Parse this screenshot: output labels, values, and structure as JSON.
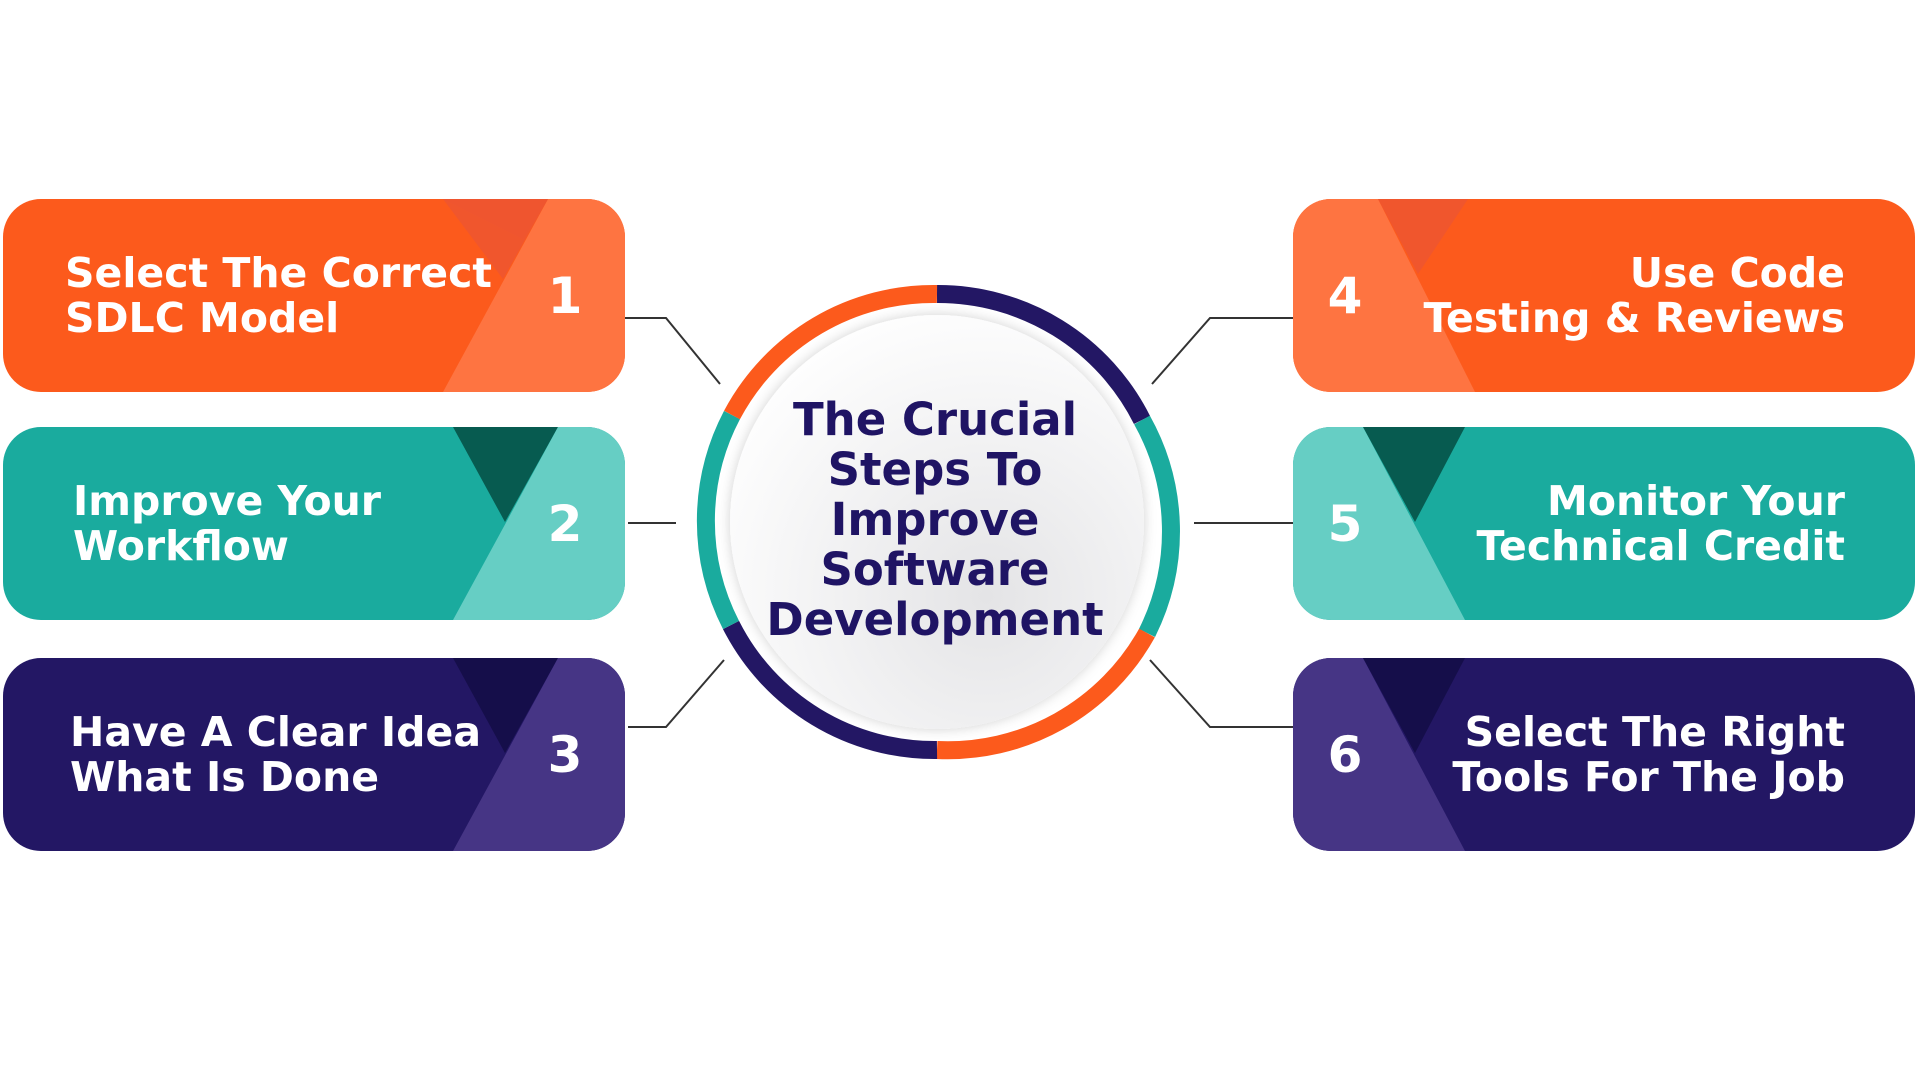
{
  "colors": {
    "orange": "#fc5a1c",
    "teal": "#1aab9e",
    "navy": "#231764",
    "center_text": "#1f1464"
  },
  "center": {
    "line1": "The Crucial",
    "line2": "Steps To",
    "line3": "Improve",
    "line4": "Software",
    "line5": "Development"
  },
  "steps": [
    {
      "number": "1",
      "line1": "Select The Correct",
      "line2": "SDLC Model"
    },
    {
      "number": "2",
      "line1": "Improve Your",
      "line2": "Workflow"
    },
    {
      "number": "3",
      "line1": "Have A Clear Idea",
      "line2": "What Is Done"
    },
    {
      "number": "4",
      "line1": "Use Code",
      "line2": "Testing & Reviews"
    },
    {
      "number": "5",
      "line1": "Monitor Your",
      "line2": "Technical Credit"
    },
    {
      "number": "6",
      "line1": "Select The Right",
      "line2": "Tools For The Job"
    }
  ]
}
